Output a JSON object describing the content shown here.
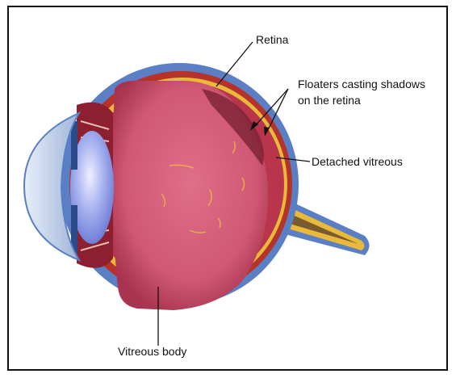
{
  "labels": {
    "retina": "Retina",
    "floaters_line1": "Floaters casting shadows",
    "floaters_line2": "on the retina",
    "detached": "Detached vitreous",
    "vitreous_body": "Vitreous body"
  },
  "colors": {
    "sclera": "#5b7fc4",
    "choroid": "#b5332a",
    "retina_layer": "#e9b93a",
    "vitreous": "#d05874",
    "lens": "#8f9ee8",
    "cornea": "#b7c8e4",
    "optic_nerve_sheath": "#6b88c8",
    "frame": "#111111"
  }
}
